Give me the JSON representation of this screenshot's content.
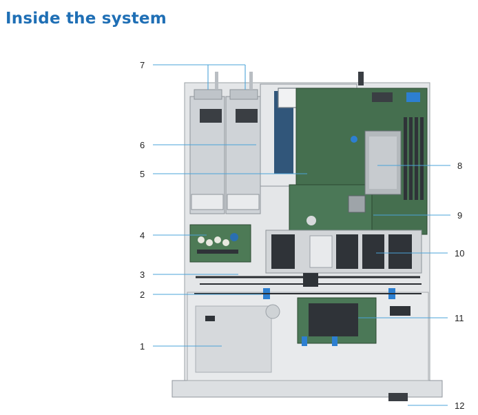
{
  "heading": "Inside the system",
  "callouts": [
    {
      "id": "callout-1",
      "number": "1"
    },
    {
      "id": "callout-2",
      "number": "2"
    },
    {
      "id": "callout-3",
      "number": "3"
    },
    {
      "id": "callout-4",
      "number": "4"
    },
    {
      "id": "callout-5",
      "number": "5"
    },
    {
      "id": "callout-6",
      "number": "6"
    },
    {
      "id": "callout-7",
      "number": "7"
    },
    {
      "id": "callout-8",
      "number": "8"
    },
    {
      "id": "callout-9",
      "number": "9"
    },
    {
      "id": "callout-10",
      "number": "10"
    },
    {
      "id": "callout-11",
      "number": "11"
    },
    {
      "id": "callout-12",
      "number": "12"
    }
  ],
  "colors": {
    "heading": "#1f6fb5",
    "leader_line": "#4aa3d8",
    "chassis": "#d9dcdf",
    "board": "#3f6b4a",
    "fan": "#2f3338",
    "latch_blue": "#2d7fd1"
  }
}
